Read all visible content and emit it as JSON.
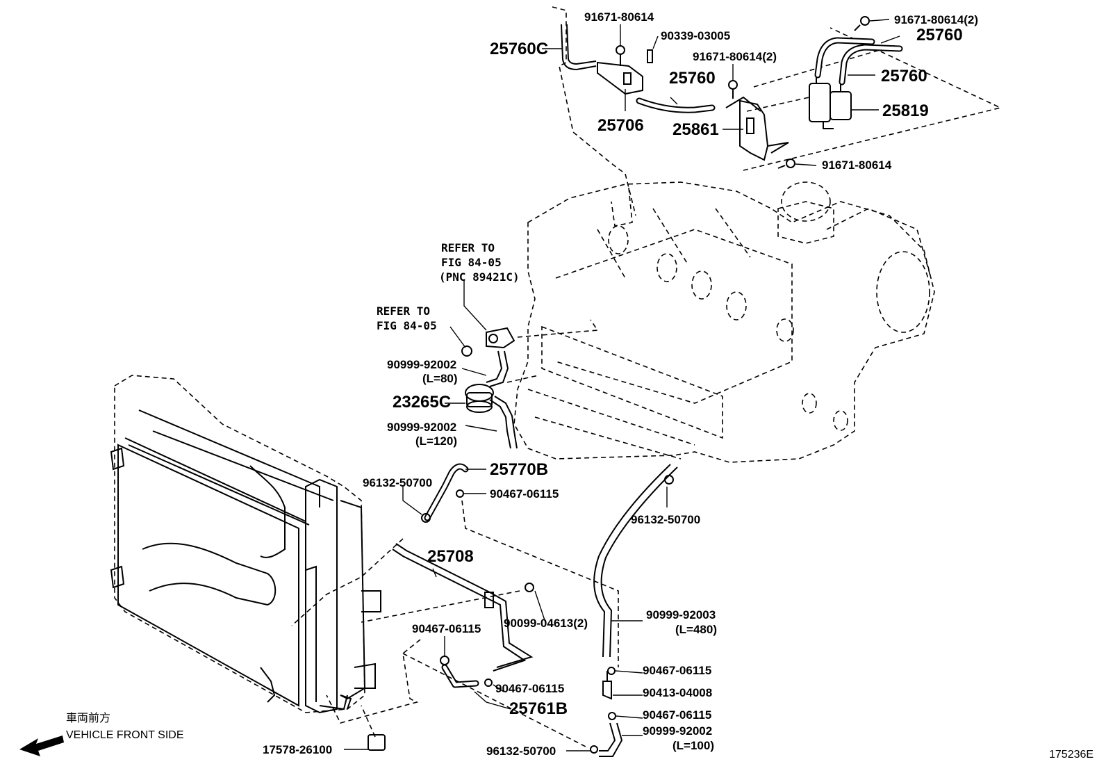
{
  "labels": {
    "p25760c": "25760C",
    "p91671_80614_a": "91671-80614",
    "p90339_03005": "90339-03005",
    "p25760_mid": "25760",
    "p25706": "25706",
    "p91671_80614_2a": "91671-80614(2)",
    "p25861": "25861",
    "p91671_80614_2b": "91671-80614(2)",
    "p25760_top": "25760",
    "p25760_right": "25760",
    "p25819": "25819",
    "p91671_80614_b": "91671-80614",
    "ref1_line1": "REFER TO",
    "ref1_line2": "FIG 84-05",
    "ref1_line3": "(PNC 89421C)",
    "ref2_line1": "REFER TO",
    "ref2_line2": "FIG 84-05",
    "p90999_92002_a": "90999-92002",
    "p90999_92002_a_len": "(L=80)",
    "p23265c": "23265C",
    "p90999_92002_b": "90999-92002",
    "p90999_92002_b_len": "(L=120)",
    "p25770b": "25770B",
    "p96132_50700_a": "96132-50700",
    "p90467_06115_a": "90467-06115",
    "p96132_50700_b": "96132-50700",
    "p25708": "25708",
    "p90099_04613": "90099-04613(2)",
    "p90467_06115_b": "90467-06115",
    "p90999_92003": "90999-92003",
    "p90999_92003_len": "(L=480)",
    "p90467_06115_c": "90467-06115",
    "p90467_06115_d": "90467-06115",
    "p90413_04008": "90413-04008",
    "p25761b": "25761B",
    "p90467_06115_e": "90467-06115",
    "p90999_92002_c": "90999-92002",
    "p90999_92002_c_len": "(L=100)",
    "p17578_26100": "17578-26100",
    "p96132_50700_c": "96132-50700",
    "front_jp": "車両前方",
    "front_en": "VEHICLE FRONT SIDE",
    "figure_id": "175236E"
  },
  "icons": [
    "front-direction-arrow-icon",
    "bolt-icon",
    "clamp-icon",
    "vsv-valve-icon"
  ]
}
